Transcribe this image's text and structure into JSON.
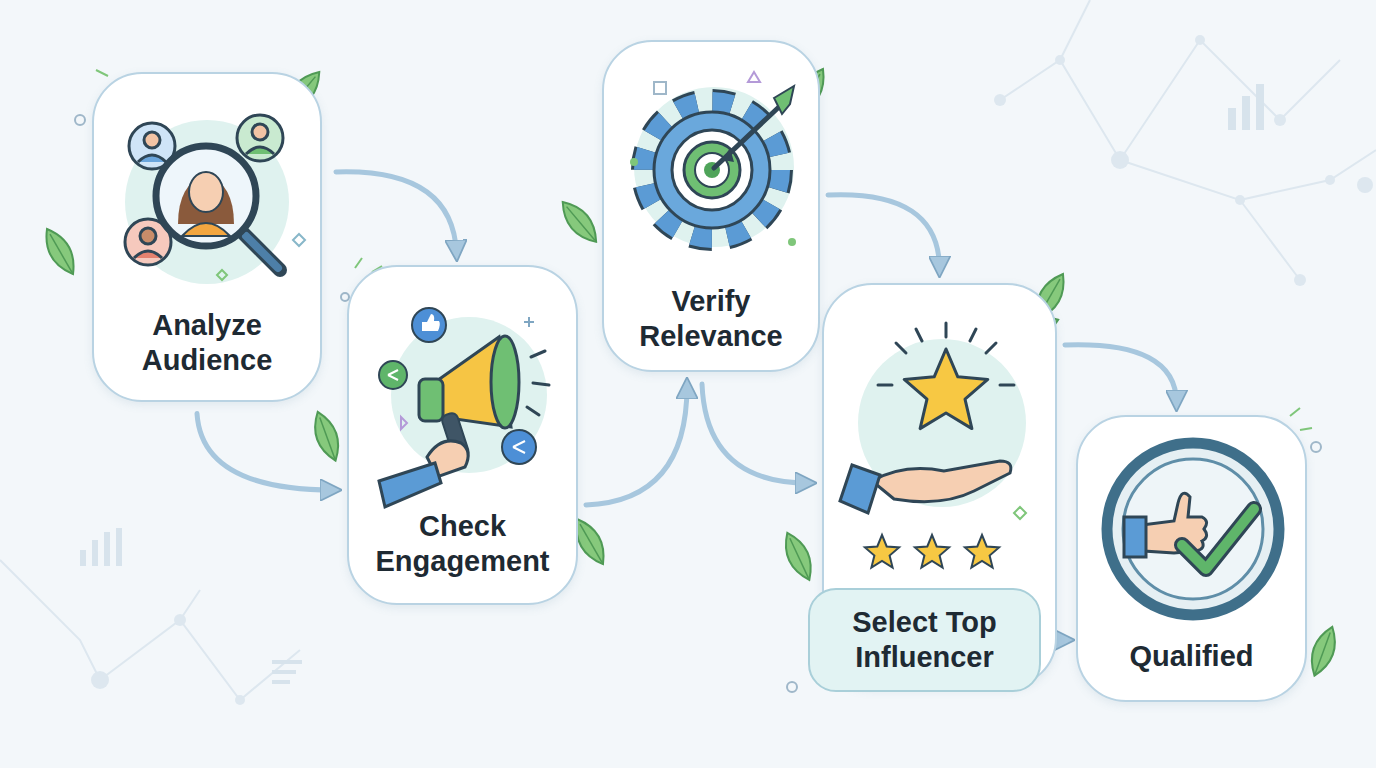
{
  "diagram": {
    "nodes": [
      {
        "text": [
          "Analyze Audience"
        ]
      },
      {
        "text": [
          "Check Engagement"
        ]
      },
      {
        "text": [
          "Verify Relevance"
        ]
      },
      {
        "text": [
          "Select Top Influencer"
        ]
      },
      {
        "text": [
          "Qualified"
        ]
      }
    ],
    "edges": [
      {
        "from": 0,
        "to": 1,
        "arrow": "to"
      },
      {
        "from": 0,
        "to": 1,
        "arrow": "to"
      },
      {
        "from": 1,
        "to": 2,
        "arrow": "to"
      },
      {
        "from": 2,
        "to": 3,
        "arrow": "to"
      },
      {
        "from": 2,
        "to": 3,
        "arrow": "to"
      },
      {
        "from": 3,
        "to": 4,
        "arrow": "to"
      },
      {
        "from": 3,
        "to": 4,
        "arrow": "to"
      }
    ]
  }
}
